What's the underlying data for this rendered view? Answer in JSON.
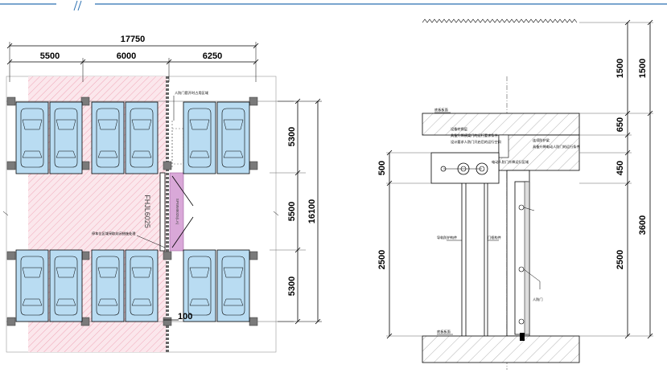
{
  "plan": {
    "total_width": "17750",
    "bay_widths": [
      "5500",
      "6000",
      "6250"
    ],
    "row_heights": [
      "5300",
      "5500",
      "5300"
    ],
    "total_height": "16100",
    "door_offset": "100",
    "door_label": "FHJL6025",
    "door_label_small": "SPWM8025(LA)",
    "note_upper": "人防门套开时占用区域",
    "note_lower": "停车位区域采取封闭措施处理"
  },
  "section": {
    "left_dims": [
      "500",
      "2500"
    ],
    "right_dims_inner": [
      "1500",
      "650",
      "450",
      "2500"
    ],
    "right_dims_outer": [
      "1500",
      "3600"
    ],
    "notes": {
      "top_slab": "底板板面",
      "beam_a": "设备转换层",
      "beam_b": "具备升降横梁门的运行要求条件",
      "beam_c": "设计要求人防门开启后的运行空间",
      "right_a": "连续防护梁",
      "right_b": "具备升降电动人防门的运行条件",
      "mid": "电动人防门升降运行区域",
      "guide_left": "导轨防护构件",
      "guide_right": "门框构件",
      "door": "人防门",
      "bottom_slab": "底板板面"
    }
  },
  "colors": {
    "header_line": "#2a6fb0",
    "car_fill": "#b9dcf2",
    "hatch_zone": "#f7c9d2",
    "door_zone": "#d9a8d8"
  }
}
